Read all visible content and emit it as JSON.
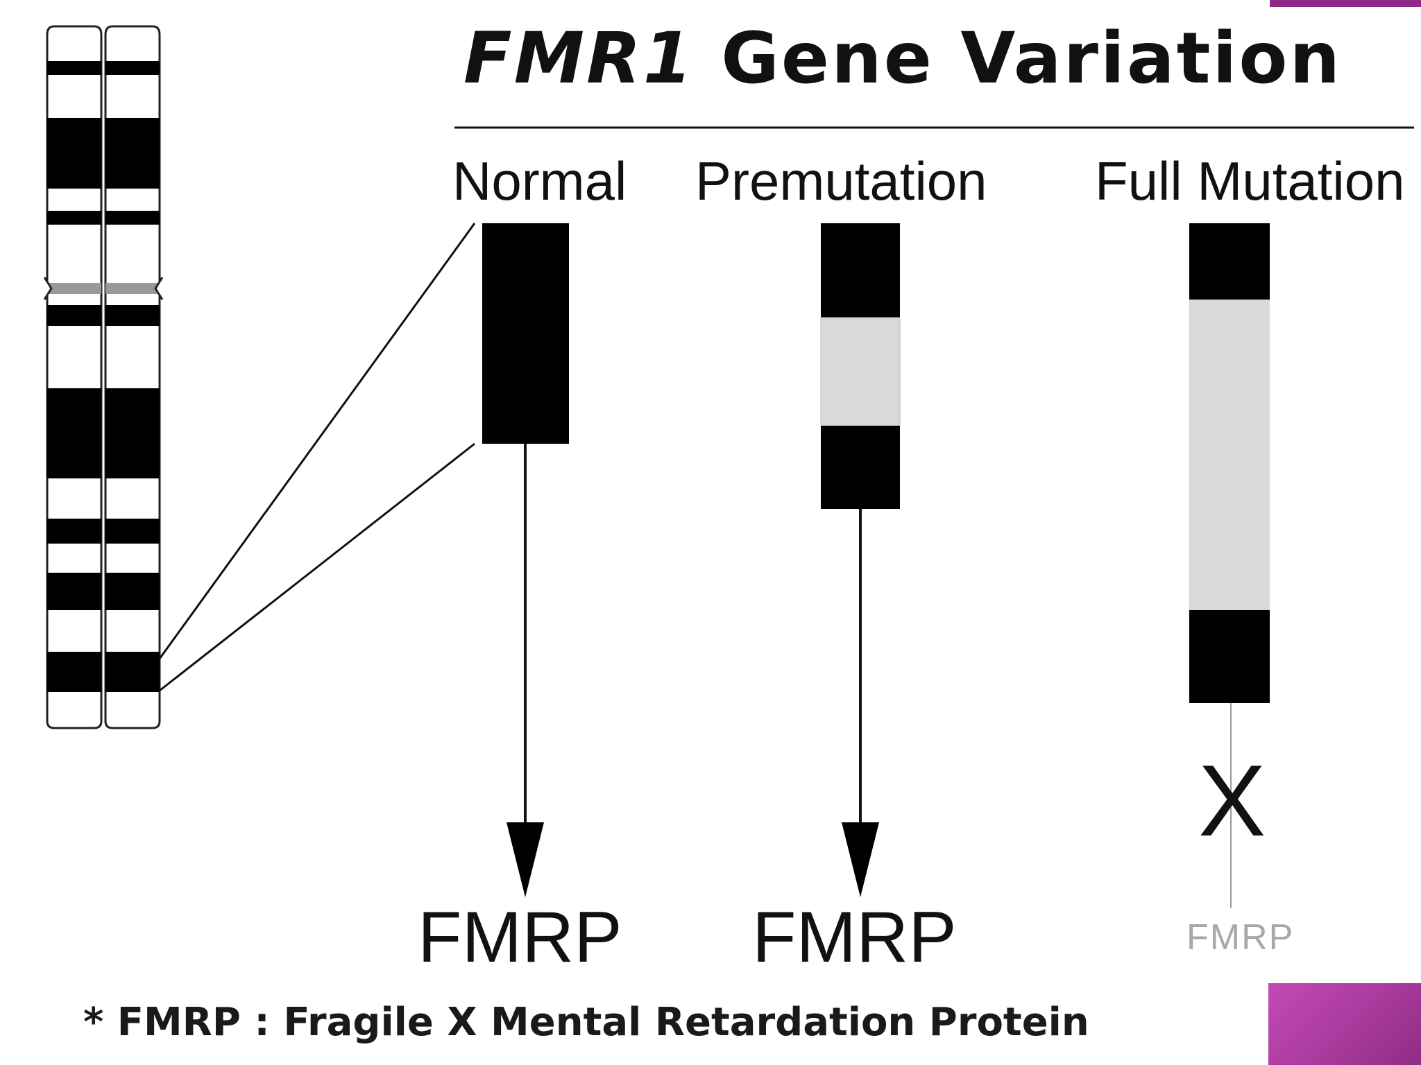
{
  "slide": {
    "title_gene": "FMR1",
    "title_rest": " Gene Variation",
    "columns": [
      {
        "label": "Normal",
        "product": "FMRP",
        "status": "produced"
      },
      {
        "label": "Premutation",
        "product": "FMRP",
        "status": "produced"
      },
      {
        "label": "Full Mutation",
        "product": "FMRP",
        "status": "blocked",
        "blocked_mark": "X"
      }
    ],
    "footnote": "* FMRP : Fragile X Mental Retardation Protein"
  },
  "colors": {
    "band_black": "#000000",
    "expansion_gray": "#d9d9d9",
    "accent_magenta": "#b43aa6"
  }
}
